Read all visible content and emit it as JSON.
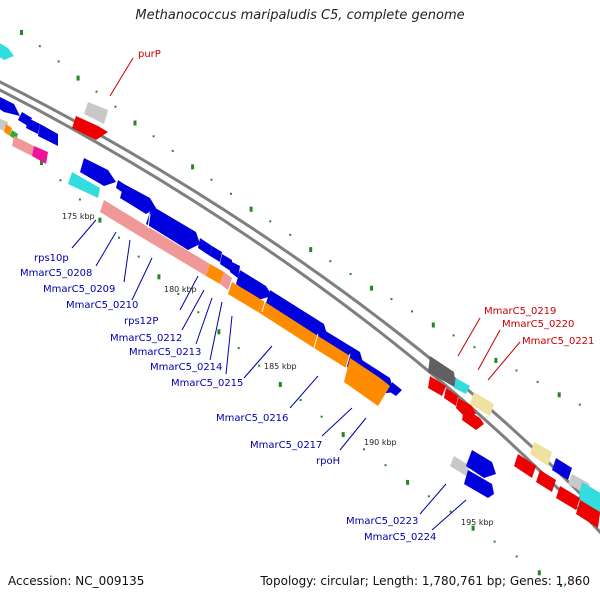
{
  "title": "Methanococcus maripaludis C5, complete genome",
  "footer": {
    "accession": "Accession: NC_009135",
    "summary": "Topology: circular; Length: 1,780,761 bp; Genes: 1,860"
  },
  "colors": {
    "backbone": "#7f7f7f",
    "cds_blue": "#0000dd",
    "rrna_pink": "#f09898",
    "orange": "#ff8c00",
    "red": "#ee0000",
    "cyan": "#33dddd",
    "gray": "#c8c8c8",
    "darkgray": "#606060",
    "khaki": "#eee2a0",
    "magenta": "#ee1199",
    "gc_dots": "#228822"
  },
  "ticks": [
    {
      "label": "175 kbp"
    },
    {
      "label": "180 kbp"
    },
    {
      "label": "185 kbp"
    },
    {
      "label": "190 kbp"
    },
    {
      "label": "195 kbp"
    }
  ],
  "gene_labels": [
    {
      "text": "purP",
      "color": "red"
    },
    {
      "text": "rps10p",
      "color": "blue"
    },
    {
      "text": "MmarC5_0208",
      "color": "blue"
    },
    {
      "text": "MmarC5_0209",
      "color": "blue"
    },
    {
      "text": "MmarC5_0210",
      "color": "blue"
    },
    {
      "text": "rps12P",
      "color": "blue"
    },
    {
      "text": "MmarC5_0212",
      "color": "blue"
    },
    {
      "text": "MmarC5_0213",
      "color": "blue"
    },
    {
      "text": "MmarC5_0214",
      "color": "blue"
    },
    {
      "text": "MmarC5_0215",
      "color": "blue"
    },
    {
      "text": "MmarC5_0216",
      "color": "blue"
    },
    {
      "text": "MmarC5_0217",
      "color": "blue"
    },
    {
      "text": "rpoH",
      "color": "blue"
    },
    {
      "text": "MmarC5_0219",
      "color": "red"
    },
    {
      "text": "MmarC5_0220",
      "color": "red"
    },
    {
      "text": "MmarC5_0221",
      "color": "red"
    },
    {
      "text": "MmarC5_0223",
      "color": "blue"
    },
    {
      "text": "MmarC5_0224",
      "color": "blue"
    }
  ]
}
